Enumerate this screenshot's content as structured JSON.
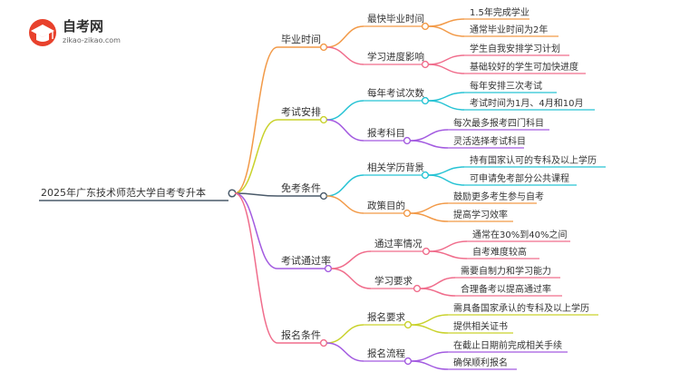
{
  "logo": {
    "title": "自考网",
    "subtitle": "zikao-zikao.com"
  },
  "colors": {
    "orange": "#F29A48",
    "yellow": "#C9D22C",
    "cyan": "#27C3D4",
    "purple": "#A35BE0",
    "pink": "#F06D8C",
    "root": "#4A5A6A"
  },
  "root": "2025年广东技术师范大学自考专升本",
  "branches": [
    {
      "label": "毕业时间",
      "color": "orange",
      "children": [
        {
          "label": "最快毕业时间",
          "color": "orange",
          "children": [
            "1.5年完成学业",
            "通常毕业时间为2年"
          ]
        },
        {
          "label": "学习进度影响",
          "color": "pink",
          "children": [
            "学生自我安排学习计划",
            "基础较好的学生可加快进度"
          ]
        }
      ]
    },
    {
      "label": "考试安排",
      "color": "yellow",
      "children": [
        {
          "label": "每年考试次数",
          "color": "cyan",
          "children": [
            "每年安排三次考试",
            "考试时间为1月、4月和10月"
          ]
        },
        {
          "label": "报考科目",
          "color": "purple",
          "children": [
            "每次最多报考四门科目",
            "灵活选择考试科目"
          ]
        }
      ]
    },
    {
      "label": "免考条件",
      "color": "root",
      "children": [
        {
          "label": "相关学历背景",
          "color": "cyan",
          "children": [
            "持有国家认可的专科及以上学历",
            "可申请免考部分公共课程"
          ]
        },
        {
          "label": "政策目的",
          "color": "orange",
          "children": [
            "鼓励更多考生参与自考",
            "提高学习效率"
          ]
        }
      ]
    },
    {
      "label": "考试通过率",
      "color": "purple",
      "children": [
        {
          "label": "通过率情况",
          "color": "pink",
          "children": [
            "通常在30%到40%之间",
            "自考难度较高"
          ]
        },
        {
          "label": "学习要求",
          "color": "pink",
          "children": [
            "需要自制力和学习能力",
            "合理备考以提高通过率"
          ]
        }
      ]
    },
    {
      "label": "报名条件",
      "color": "pink",
      "children": [
        {
          "label": "报名要求",
          "color": "yellow",
          "children": [
            "需具备国家承认的专科及以上学历",
            "提供相关证书"
          ]
        },
        {
          "label": "报名流程",
          "color": "purple",
          "children": [
            "在截止日期前完成相关手续",
            "确保顺利报名"
          ]
        }
      ]
    }
  ]
}
